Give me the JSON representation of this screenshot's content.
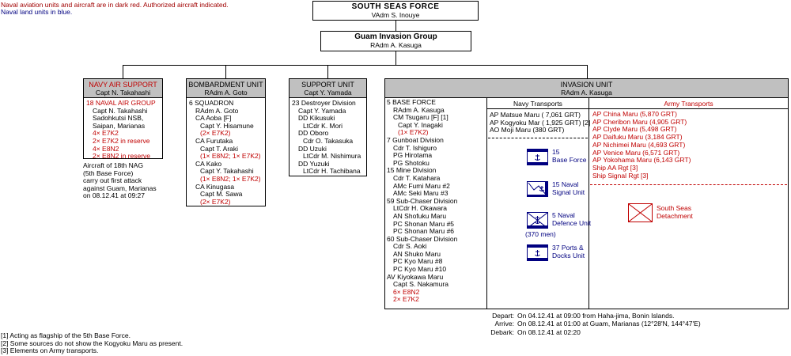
{
  "legend": {
    "line1": "Naval aviation units and aircraft are in dark red. Authorized aircraft indicated.",
    "line2": "Naval land units in blue."
  },
  "top": {
    "title": "SOUTH SEAS FORCE",
    "commander": "VAdm  S. Inouye"
  },
  "group": {
    "title": "Guam Invasion Group",
    "commander": "RAdm  A. Kasuga"
  },
  "air_support": {
    "title": "NAVY AIR SUPPORT",
    "commander": "Capt  N. Takahashi",
    "lines": [
      {
        "text": "18 NAVAL AIR GROUP",
        "cls": "red",
        "indent": 0
      },
      {
        "text": "Capt  N. Takahashi",
        "cls": "",
        "indent": 1
      },
      {
        "text": "Sadohkutsi NSB,",
        "cls": "",
        "indent": 1
      },
      {
        "text": "Saipan, Marianas",
        "cls": "",
        "indent": 1
      },
      {
        "text": "4× E7K2",
        "cls": "red",
        "indent": 1
      },
      {
        "text": "2× E7K2 in reserve",
        "cls": "red",
        "indent": 1
      },
      {
        "text": "4× E8N2",
        "cls": "red",
        "indent": 1
      },
      {
        "text": "2× E8N2 in reserve",
        "cls": "red",
        "indent": 1
      }
    ],
    "note": [
      "Aircraft of 18th NAG",
      "(5th Base Force)",
      "carry out first attack",
      "against Guam, Marianas",
      "on 08.12.41 at 09:27"
    ]
  },
  "bombardment": {
    "title": "BOMBARDMENT UNIT",
    "commander": "RAdm  A. Goto",
    "lines": [
      {
        "text": "6 SQUADRON",
        "cls": "",
        "indent": 0
      },
      {
        "text": "RAdm  A. Goto",
        "cls": "",
        "indent": 1
      },
      {
        "text": "CA  Aoba [F]",
        "cls": "",
        "indent": 1
      },
      {
        "text": "Capt  Y. Hisamune",
        "cls": "",
        "indent": 2
      },
      {
        "text": "(2× E7K2)",
        "cls": "red",
        "indent": 2
      },
      {
        "text": "CA  Furutaka",
        "cls": "",
        "indent": 1
      },
      {
        "text": "Capt  T. Araki",
        "cls": "",
        "indent": 2
      },
      {
        "text": "(1× E8N2; 1× E7K2)",
        "cls": "red",
        "indent": 2
      },
      {
        "text": "CA  Kako",
        "cls": "",
        "indent": 1
      },
      {
        "text": "Capt  Y. Takahashi",
        "cls": "",
        "indent": 2
      },
      {
        "text": "(1× E8N2; 1× E7K2)",
        "cls": "red",
        "indent": 2
      },
      {
        "text": "CA  Kinugasa",
        "cls": "",
        "indent": 1
      },
      {
        "text": "Capt  M. Sawa",
        "cls": "",
        "indent": 2
      },
      {
        "text": "(2× E7K2)",
        "cls": "red",
        "indent": 2
      }
    ]
  },
  "support": {
    "title": "SUPPORT UNIT",
    "commander": "Capt  Y. Yamada",
    "lines": [
      {
        "text": "23 Destroyer Division",
        "cls": "",
        "indent": 0
      },
      {
        "text": "Capt  Y. Yamada",
        "cls": "",
        "indent": 1
      },
      {
        "text": "DD  Kikusuki",
        "cls": "",
        "indent": 1
      },
      {
        "text": "LtCdr  K. Mori",
        "cls": "",
        "indent": 2
      },
      {
        "text": "DD  Oboro",
        "cls": "",
        "indent": 1
      },
      {
        "text": "Cdr  O. Takasuka",
        "cls": "",
        "indent": 2
      },
      {
        "text": "DD  Uzuki",
        "cls": "",
        "indent": 1
      },
      {
        "text": "LtCdr  M. Nishimura",
        "cls": "",
        "indent": 2
      },
      {
        "text": "DD  Yuzuki",
        "cls": "",
        "indent": 1
      },
      {
        "text": "LtCdr  H. Tachibana",
        "cls": "",
        "indent": 2
      }
    ]
  },
  "invasion": {
    "title": "INVASION UNIT",
    "commander": "RAdm  A. Kasuga",
    "left_lines": [
      {
        "text": "5 BASE FORCE",
        "cls": "",
        "indent": 0
      },
      {
        "text": "RAdm  A. Kasuga",
        "cls": "",
        "indent": 1
      },
      {
        "text": "CM  Tsugaru [F] [1]",
        "cls": "",
        "indent": 1
      },
      {
        "text": "Capt  Y. Inagaki",
        "cls": "",
        "indent": 2
      },
      {
        "text": "(1× E7K2)",
        "cls": "red",
        "indent": 2
      },
      {
        "text": "7 Gunboat Division",
        "cls": "",
        "indent": 0
      },
      {
        "text": "Cdr  T. Ishiguro",
        "cls": "",
        "indent": 1
      },
      {
        "text": "PG  Hirotama",
        "cls": "",
        "indent": 1
      },
      {
        "text": "PG  Shotoku",
        "cls": "",
        "indent": 1
      },
      {
        "text": "15 Mine Division",
        "cls": "",
        "indent": 0
      },
      {
        "text": "Cdr  T. Katahara",
        "cls": "",
        "indent": 1
      },
      {
        "text": "AMc  Fumi Maru #2",
        "cls": "",
        "indent": 1
      },
      {
        "text": "AMc  Seki Maru #3",
        "cls": "",
        "indent": 1
      },
      {
        "text": "59 Sub-Chaser Division",
        "cls": "",
        "indent": 0
      },
      {
        "text": "LtCdr  H. Okawara",
        "cls": "",
        "indent": 1
      },
      {
        "text": "AN  Shofuku Maru",
        "cls": "",
        "indent": 1
      },
      {
        "text": "PC  Shonan Maru #5",
        "cls": "",
        "indent": 1
      },
      {
        "text": "PC  Shonan Maru #6",
        "cls": "",
        "indent": 1
      },
      {
        "text": "60 Sub-Chaser Division",
        "cls": "",
        "indent": 0
      },
      {
        "text": "Cdr  S. Aoki",
        "cls": "",
        "indent": 1
      },
      {
        "text": "AN  Shuko Maru",
        "cls": "",
        "indent": 1
      },
      {
        "text": "PC  Kyo Maru #8",
        "cls": "",
        "indent": 1
      },
      {
        "text": "PC  Kyo Maru #10",
        "cls": "",
        "indent": 1
      },
      {
        "text": "AV  Kiyokawa Maru",
        "cls": "",
        "indent": 0
      },
      {
        "text": "Capt  S. Nakamura",
        "cls": "",
        "indent": 1
      },
      {
        "text": "6× E8N2",
        "cls": "red",
        "indent": 1
      },
      {
        "text": "2× E7K2",
        "cls": "red",
        "indent": 1
      }
    ],
    "navy_transports": {
      "title": "Navy Transports",
      "lines": [
        "AP  Matsue Maru ( 7,061 GRT)",
        "AP  Kogyoku Mar ( 1,925 GRT) [2]",
        "AO  Moji Maru (380 GRT)"
      ],
      "units": [
        {
          "label": [
            "15",
            "Base Force"
          ]
        },
        {
          "label": [
            "15 Naval",
            "Signal Unit"
          ]
        },
        {
          "label": [
            "5 Naval",
            "Defence Unit"
          ],
          "extra": "(370 men)"
        },
        {
          "label": [
            "37 Ports &",
            "Docks Unit"
          ]
        }
      ]
    },
    "army_transports": {
      "title": "Army Transports",
      "lines": [
        "AP  China Maru (5,870 GRT)",
        "AP  Cheribon Maru (4,905 GRT)",
        "AP  Clyde Maru (5,498 GRT)",
        "AP  Daifuku Maru (3,184 GRT)",
        "AP  Nichimei Maru (4,693 GRT)",
        "AP  Venice Maru (6,571 GRT)",
        "AP  Yokohama Maru (6,143 GRT)",
        "Ship AA Rgt [3]",
        "Ship Signal Rgt [3]"
      ],
      "unit_label": [
        "South Seas",
        "Detachment"
      ]
    }
  },
  "schedule": {
    "depart_label": "Depart:",
    "depart": "On 04.12.41 at 09:00 from Haha-jima, Bonin Islands.",
    "arrive_label": "Arrive:",
    "arrive": "On 08.12.41 at 01:00 at Guam, Marianas (12°28'N, 144°47'E)",
    "debark_label": "Debark:",
    "debark": "On 08.12.41 at 02:20"
  },
  "footnotes": [
    "[1] Acting as flagship of the 5th Base Force.",
    "[2] Some sources do not show the Kogyoku Maru as present.",
    "[3] Elements on Army transports."
  ],
  "colors": {
    "naval_aviation": "#c00000",
    "naval_land": "#000080",
    "header_fill": "#c0c0c0"
  }
}
